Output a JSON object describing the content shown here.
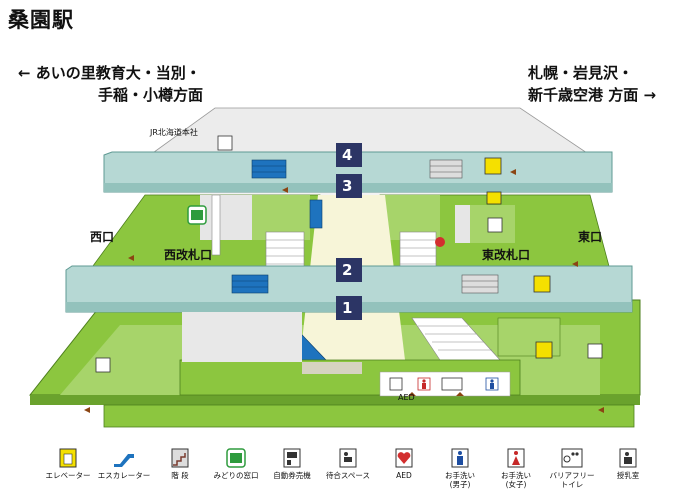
{
  "station_name": "桑園駅",
  "directions": {
    "left_line1": "← あいの里教育大・当別・",
    "left_line2": "手稲・小樽方面",
    "right_line1": "札幌・岩見沢・",
    "right_line2": "新千歳空港 方面 →"
  },
  "labels": {
    "west_exit": "西口",
    "east_exit": "東口",
    "west_gate": "西改札口",
    "east_gate": "東改札口",
    "jr_hq": "JR北海道本社",
    "aed": "AED"
  },
  "platforms": [
    "4",
    "3",
    "2",
    "1"
  ],
  "legend": [
    {
      "label": "エレベーター",
      "icon": "elevator-icon"
    },
    {
      "label": "エスカレーター",
      "icon": "escalator-icon"
    },
    {
      "label": "階 段",
      "icon": "stairs-icon"
    },
    {
      "label": "みどりの窓口",
      "icon": "midori-window-icon"
    },
    {
      "label": "自動券売機",
      "icon": "ticket-machine-icon"
    },
    {
      "label": "待合スペース",
      "icon": "waiting-space-icon"
    },
    {
      "label": "AED",
      "icon": "aed-icon"
    },
    {
      "label": "お手洗い\n(男子)",
      "icon": "mens-toilet-icon"
    },
    {
      "label": "お手洗い\n(女子)",
      "icon": "womens-toilet-icon"
    },
    {
      "label": "バリアフリー\nトイレ",
      "icon": "barrier-free-toilet-icon"
    },
    {
      "label": "授乳室",
      "icon": "nursing-room-icon"
    }
  ],
  "colors": {
    "ground_green": "#8cc63f",
    "platform_teal": "#b6d8d4",
    "floor_cream": "#f7f5d8",
    "platform_number_bg": "#2c3565",
    "elevator_yellow": "#f5e000",
    "escalator_blue": "#1e73be"
  }
}
